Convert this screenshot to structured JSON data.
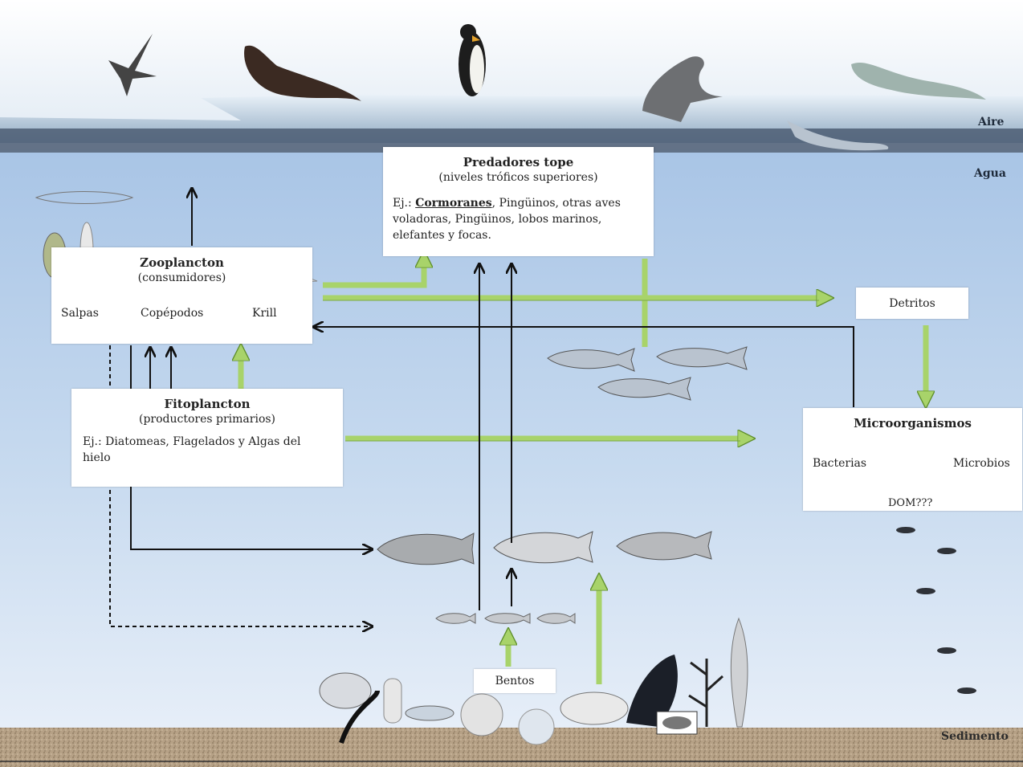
{
  "zones": {
    "air": "Aire",
    "water": "Agua",
    "sediment": "Sedimento"
  },
  "predators": {
    "title": "Predadores tope",
    "subtitle": "(niveles tróficos superiores)",
    "example_prefix": "Ej.: ",
    "example_bold": "Cormoranes",
    "example_rest": ", Pingüinos, otras aves voladoras,  Pingüinos, lobos marinos, elefantes y focas."
  },
  "zooplankton": {
    "title": "Zooplancton",
    "subtitle": "(consumidores)",
    "items": [
      "Salpas",
      "Copépodos",
      "Krill"
    ]
  },
  "phytoplankton": {
    "title": "Fitoplancton",
    "subtitle": "(productores primarios)",
    "body": "Ej.: Diatomeas, Flagelados y Algas  del hielo"
  },
  "detritus": {
    "label": "Detritos"
  },
  "microorganisms": {
    "title": "Microorganismos",
    "left": "Bacterias",
    "right": "Microbios",
    "bottom": "DOM???"
  },
  "benthos": {
    "label": "Bentos"
  },
  "colors": {
    "sky": "#dfe9f3",
    "water_top": "#aac6e6",
    "water_bottom": "#e3edf8",
    "flow_green": "#a8d36a",
    "flow_green_dark": "#5f8f2c",
    "arrow": "#111111",
    "sediment": "#b8a58c"
  }
}
